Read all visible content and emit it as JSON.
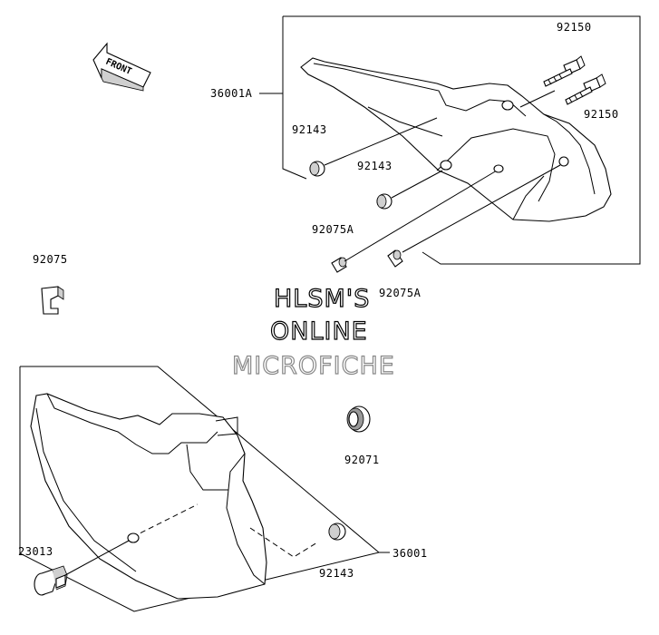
{
  "watermark": {
    "line1": "HLSM'S",
    "line2": "ONLINE",
    "line3": "MICROFICHE"
  },
  "direction_label": "FRONT",
  "part_numbers": {
    "p92150_top": "92150",
    "p92150_right": "92150",
    "p36001A": "36001A",
    "p92143_upper_left": "92143",
    "p92143_upper_mid": "92143",
    "p92075A_left": "92075A",
    "p92075A_right": "92075A",
    "p92075": "92075",
    "p92071": "92071",
    "p36001": "36001",
    "p23013": "23013",
    "p92143_lower": "92143"
  },
  "colors": {
    "line": "#000000",
    "part_fill": "#ffffff",
    "shade": "#cfcfcf",
    "watermark_gray": "#888888"
  }
}
